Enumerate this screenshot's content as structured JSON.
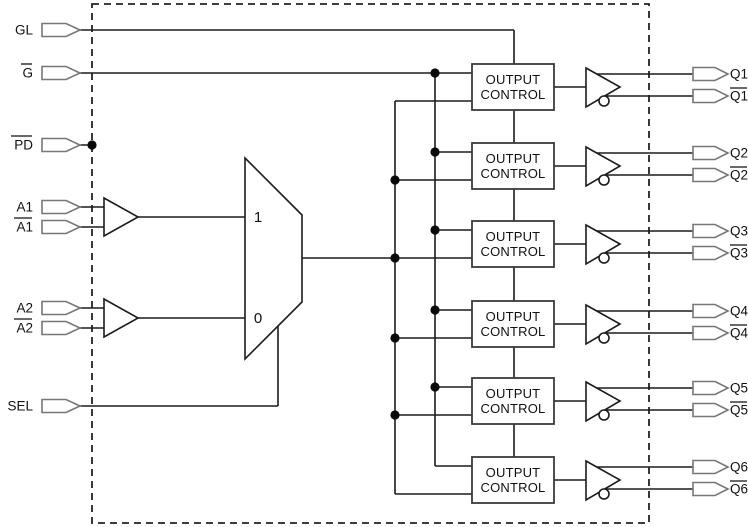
{
  "diagram": {
    "inputs": {
      "gl": "GL",
      "g": "G",
      "pd": "PD",
      "a1": "A1",
      "a1_n": "A1",
      "a2": "A2",
      "a2_n": "A2",
      "sel": "SEL"
    },
    "mux": {
      "in1": "1",
      "in0": "0"
    },
    "output_control": {
      "line1": "OUTPUT",
      "line2": "CONTROL"
    },
    "outputs": [
      {
        "q": "Q1",
        "qn": "Q1"
      },
      {
        "q": "Q2",
        "qn": "Q2"
      },
      {
        "q": "Q3",
        "qn": "Q3"
      },
      {
        "q": "Q4",
        "qn": "Q4"
      },
      {
        "q": "Q5",
        "qn": "Q5"
      },
      {
        "q": "Q6",
        "qn": "Q6"
      }
    ]
  }
}
